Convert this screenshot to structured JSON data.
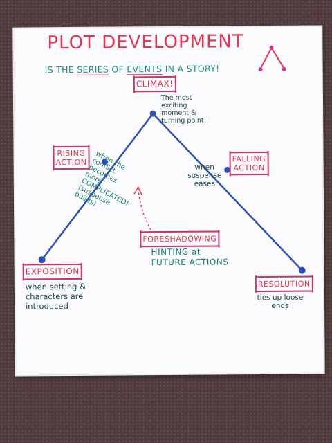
{
  "title": "PLOT DEVELOPMENT",
  "subtitle": {
    "part1": "IS THE ",
    "series": "SERIES",
    "part2": " OF ",
    "events": "EVENTS",
    "part3": " IN A STORY!"
  },
  "stages": {
    "climax": {
      "label": "CLIMAX!",
      "note": "The most exciting moment & turning point!"
    },
    "rising": {
      "label_l1": "RISING",
      "label_l2": "ACTION",
      "note": "when the conflict becomes more COMPLICATED! (suspense builds)"
    },
    "falling": {
      "label_l1": "FALLING",
      "label_l2": "ACTION",
      "note": "when suspense eases"
    },
    "exposition": {
      "label": "EXPOSITION",
      "note": "when setting & characters are introduced"
    },
    "resolution": {
      "label": "RESOLUTION",
      "note": "ties up loose ends"
    }
  },
  "foreshadowing": {
    "label": "FORESHADOWING",
    "note_l1": "HINTING at",
    "note_l2": "FUTURE ACTIONS"
  },
  "colors": {
    "title": "#e8344f",
    "notes": "#17806f",
    "line": "#2a4fb5",
    "box": "#c9346b"
  }
}
